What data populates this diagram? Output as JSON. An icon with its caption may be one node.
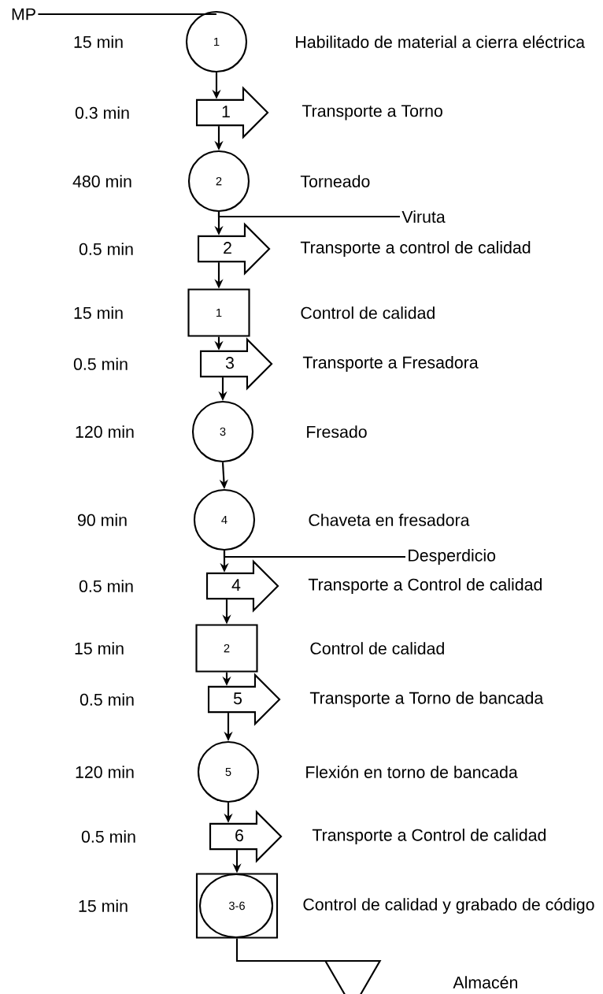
{
  "diagram": {
    "nodes": [
      {
        "text": [
          "MP"
        ]
      },
      {
        "text": [
          "1"
        ]
      },
      {
        "text": [
          "1"
        ]
      },
      {
        "text": [
          "2"
        ]
      },
      {
        "text": [
          "Viruta"
        ]
      },
      {
        "text": [
          "2"
        ]
      },
      {
        "text": [
          "1"
        ]
      },
      {
        "text": [
          "3"
        ]
      },
      {
        "text": [
          "3"
        ]
      },
      {
        "text": [
          "4"
        ]
      },
      {
        "text": [
          "Desperdicio"
        ]
      },
      {
        "text": [
          "4"
        ]
      },
      {
        "text": [
          "2"
        ]
      },
      {
        "text": [
          "5"
        ]
      },
      {
        "text": [
          "5"
        ]
      },
      {
        "text": [
          "6"
        ]
      },
      {
        "text": [
          "3-6"
        ]
      },
      {
        "text": [],
        "shape": "triangle"
      }
    ],
    "edges": [
      {
        "from": 0,
        "to": 1,
        "arrow": "none"
      },
      {
        "from": 1,
        "to": 2,
        "arrow": "to"
      },
      {
        "from": 2,
        "to": 3,
        "arrow": "to"
      },
      {
        "from": 3,
        "to": 4,
        "arrow": "none"
      },
      {
        "from": 3,
        "to": 5,
        "arrow": "to"
      },
      {
        "from": 5,
        "to": 6,
        "arrow": "to"
      },
      {
        "from": 6,
        "to": 7,
        "arrow": "to"
      },
      {
        "from": 7,
        "to": 8,
        "arrow": "to"
      },
      {
        "from": 8,
        "to": 9,
        "arrow": "to"
      },
      {
        "from": 9,
        "to": 10,
        "arrow": "none"
      },
      {
        "from": 9,
        "to": 11,
        "arrow": "to"
      },
      {
        "from": 11,
        "to": 12,
        "arrow": "to"
      },
      {
        "from": 12,
        "to": 13,
        "arrow": "to"
      },
      {
        "from": 13,
        "to": 14,
        "arrow": "to"
      },
      {
        "from": 14,
        "to": 15,
        "arrow": "to"
      },
      {
        "from": 15,
        "to": 16,
        "arrow": "to"
      },
      {
        "from": 16,
        "to": 17,
        "arrow": "none"
      }
    ],
    "labels": [
      "15 min",
      "Habilitado de material a cierra eléctrica",
      "0.3 min",
      "Transporte a Torno",
      "480 min",
      "Torneado",
      "0.5 min",
      "Transporte a control de calidad",
      "15 min",
      "Control de calidad",
      "0.5 min",
      "Transporte a Fresadora",
      "120 min",
      "Fresado",
      "90 min",
      "Chaveta en fresadora",
      "0.5 min",
      "Transporte a Control de calidad",
      "15 min",
      "Control de calidad",
      "0.5 min",
      "Transporte a Torno de bancada",
      "120 min",
      "Flexión en torno de bancada",
      "0.5 min",
      "Transporte a Control de calidad",
      "15 min",
      "Control de calidad y grabado de código",
      "Almacén"
    ]
  }
}
